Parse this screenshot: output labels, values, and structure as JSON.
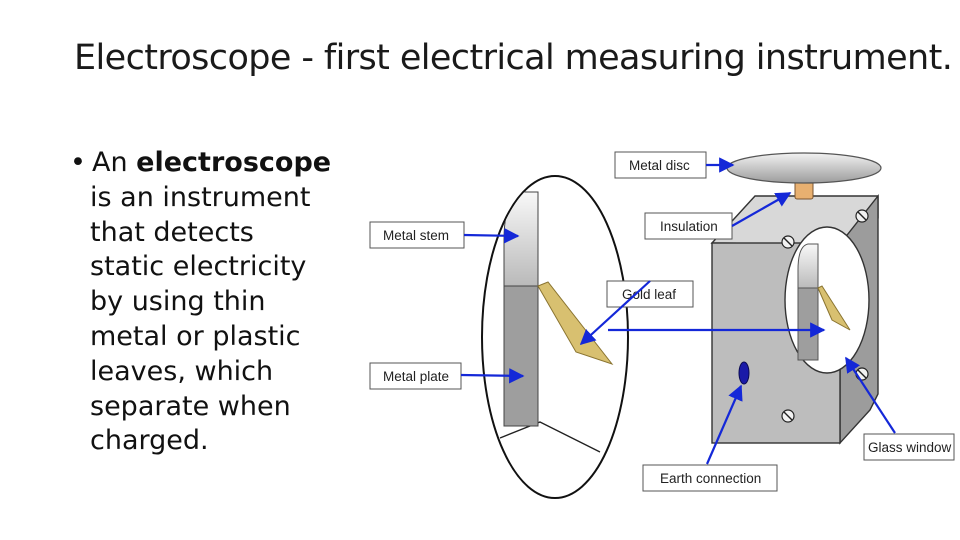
{
  "slide": {
    "title": "Electroscope - first electrical measuring instrument.",
    "bullet": {
      "marker": "•",
      "lines": [
        {
          "pre": "An ",
          "bold": "electroscope"
        },
        {
          "text": "is an instrument"
        },
        {
          "text": "that detects"
        },
        {
          "text": "static electricity"
        },
        {
          "text": "by using thin"
        },
        {
          "text": "metal or plastic"
        },
        {
          "text": "leaves, which"
        },
        {
          "text": "separate when"
        },
        {
          "text": "charged."
        }
      ]
    }
  },
  "diagram": {
    "labels": {
      "metal_disc": "Metal disc",
      "insulation": "Insulation",
      "metal_stem": "Metal stem",
      "gold_leaf": "Gold leaf",
      "metal_plate": "Metal plate",
      "glass_window": "Glass window",
      "earth_connection": "Earth connection"
    },
    "colors": {
      "arrow": "#1428d8",
      "gold": "#d8c070",
      "case": "#bdbdbd",
      "stem": "#9e9e9e"
    }
  }
}
